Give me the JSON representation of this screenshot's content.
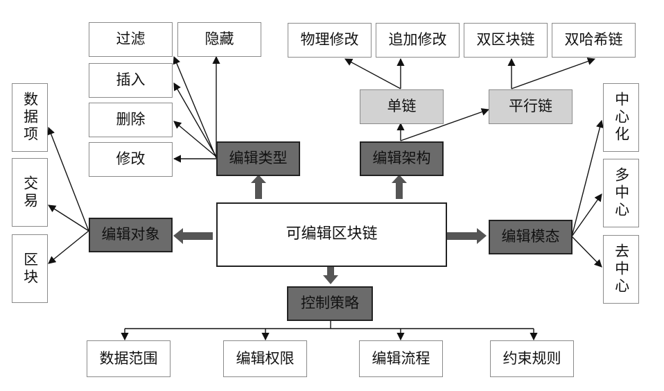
{
  "center": "可编辑区块链",
  "edit_type": {
    "label": "编辑类型",
    "items": [
      "过滤",
      "隐藏",
      "插入",
      "删除",
      "修改"
    ]
  },
  "edit_architecture": {
    "label": "编辑架构",
    "single_chain": {
      "label": "单链",
      "items": [
        "物理修改",
        "追加修改"
      ]
    },
    "parallel_chain": {
      "label": "平行链",
      "items": [
        "双区块链",
        "双哈希链"
      ]
    }
  },
  "edit_object": {
    "label": "编辑对象",
    "items": [
      "数据项",
      "交易",
      "区块"
    ]
  },
  "edit_mode": {
    "label": "编辑模态",
    "items": [
      "中心化",
      "多中心",
      "去中心"
    ]
  },
  "control_strategy": {
    "label": "控制策略",
    "items": [
      "数据范围",
      "编辑权限",
      "编辑流程",
      "约束规则"
    ]
  }
}
